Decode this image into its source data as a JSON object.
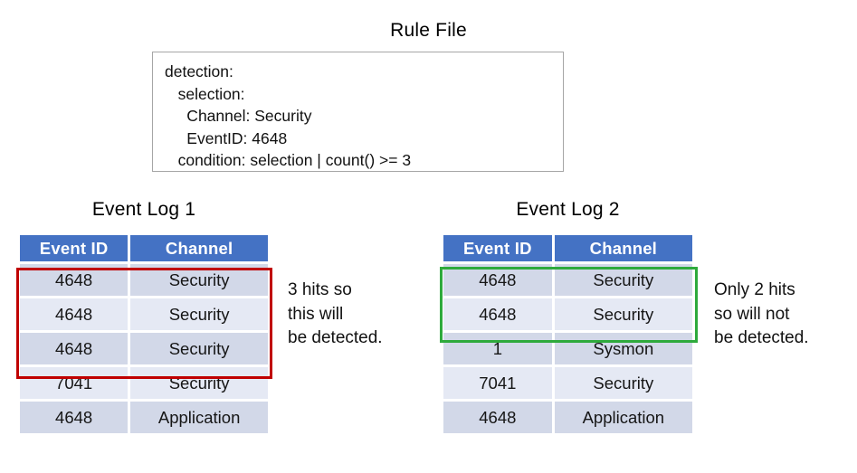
{
  "rule_file": {
    "title": "Rule File",
    "lines": [
      "detection:",
      "   selection:",
      "     Channel: Security",
      "     EventID: 4648",
      "   condition: selection | count() >= 3"
    ]
  },
  "logs": [
    {
      "title": "Event Log 1",
      "columns": [
        "Event ID",
        "Channel"
      ],
      "rows": [
        {
          "event_id": "4648",
          "channel": "Security"
        },
        {
          "event_id": "4648",
          "channel": "Security"
        },
        {
          "event_id": "4648",
          "channel": "Security"
        },
        {
          "event_id": "7041",
          "channel": "Security"
        },
        {
          "event_id": "4648",
          "channel": "Application"
        }
      ],
      "highlight": {
        "color": "#c00000",
        "rows": [
          0,
          1,
          2
        ]
      },
      "note": "3 hits so\nthis will\nbe detected."
    },
    {
      "title": "Event Log 2",
      "columns": [
        "Event ID",
        "Channel"
      ],
      "rows": [
        {
          "event_id": "4648",
          "channel": "Security"
        },
        {
          "event_id": "4648",
          "channel": "Security"
        },
        {
          "event_id": "1",
          "channel": "Sysmon"
        },
        {
          "event_id": "7041",
          "channel": "Security"
        },
        {
          "event_id": "4648",
          "channel": "Application"
        }
      ],
      "highlight": {
        "color": "#2eaa3c",
        "rows": [
          0,
          1
        ]
      },
      "note": "Only 2 hits\nso will not\nbe detected."
    }
  ],
  "colors": {
    "header_blue": "#4472c4",
    "row_dark": "#d2d8e8",
    "row_light": "#e5e9f4",
    "highlight_red": "#c00000",
    "highlight_green": "#2eaa3c",
    "box_border": "#a6a6a6"
  }
}
